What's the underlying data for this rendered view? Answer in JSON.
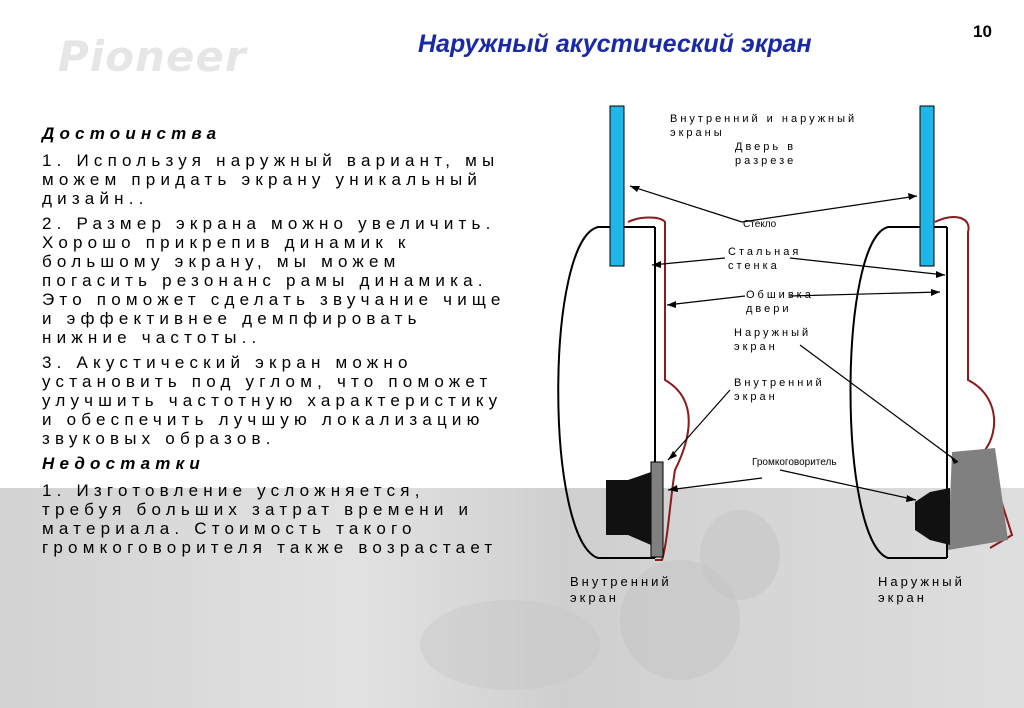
{
  "slide": {
    "logo": "Pioneer",
    "page_number": "10",
    "title": "Наружный акустический экран"
  },
  "advantages": {
    "heading": "Достоинства",
    "items": [
      "1. Используя наружный вариант, мы можем придать экрану уникальный дизайн..",
      "2. Размер экрана можно увеличить. Хорошо прикрепив динамик к большому экрану, мы можем погасить резонанс рамы динамика. Это поможет сделать звучание чище и эффективнее демпфировать нижние частоты..",
      "3. Акустический экран можно установить под углом, что поможет улучшить частотную характеристику и обеспечить лучшую локализацию звуковых образов."
    ]
  },
  "disadvantages": {
    "heading": "Недостатки",
    "items": [
      "1. Изготовление усложняется, требуя больших затрат времени и материала. Стоимость такого громкоговорителя также возрастает"
    ]
  },
  "diagram_labels": {
    "inner_outer_screens": "Внутренний и наружный экраны",
    "door_section": "Дверь в разрезе",
    "glass": "Стекло",
    "steel_wall": "Стальная стенка",
    "door_trim": "Обшивка двери",
    "outer_screen": "Наружный экран",
    "inner_screen": "Внутренний экран",
    "speaker": "Громкоговоритель",
    "caption_left": "Внутренний экран",
    "caption_right": "Наружный экран"
  },
  "colors": {
    "title": "#1a2aa6",
    "glass": "#1fb6e8",
    "trim": "#8b1a1a",
    "speaker_dark": "#111111",
    "speaker_screen": "#808080"
  }
}
